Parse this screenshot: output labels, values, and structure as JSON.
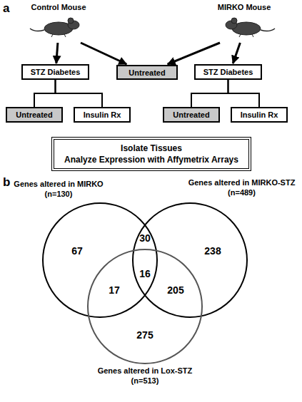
{
  "diagram": {
    "nodes": [
      {
        "text": [
          "Control Mouse"
        ]
      },
      {
        "text": [
          "MIRKO Mouse"
        ]
      },
      {
        "text": [
          "STZ Diabetes"
        ]
      },
      {
        "text": [
          "Untreated"
        ]
      },
      {
        "text": [
          "STZ Diabetes"
        ]
      },
      {
        "text": [
          "Untreated"
        ]
      },
      {
        "text": [
          "Insulin Rx"
        ]
      },
      {
        "text": [
          "Untreated"
        ]
      },
      {
        "text": [
          "Insulin Rx"
        ]
      },
      {
        "text": [
          "Isolate Tissues",
          "Analyze Expression with Affymetrix Arrays"
        ]
      }
    ],
    "edges": [
      {
        "from": 0,
        "to": 2,
        "arrow": "to"
      },
      {
        "from": 0,
        "to": 3,
        "arrow": "to"
      },
      {
        "from": 1,
        "to": 3,
        "arrow": "to"
      },
      {
        "from": 1,
        "to": 4,
        "arrow": "to"
      },
      {
        "from": 2,
        "to": 5,
        "arrow": "none"
      },
      {
        "from": 2,
        "to": 6,
        "arrow": "none"
      },
      {
        "from": 4,
        "to": 7,
        "arrow": "none"
      },
      {
        "from": 4,
        "to": 8,
        "arrow": "none"
      }
    ],
    "labels": [
      "a",
      "b",
      "Genes altered in MIRKO (n=130)",
      "Genes altered in MIRKO-STZ (n=489)",
      "Genes altered in Lox-STZ (n=513)",
      "67",
      "30",
      "238",
      "17",
      "16",
      "205",
      "275"
    ]
  }
}
